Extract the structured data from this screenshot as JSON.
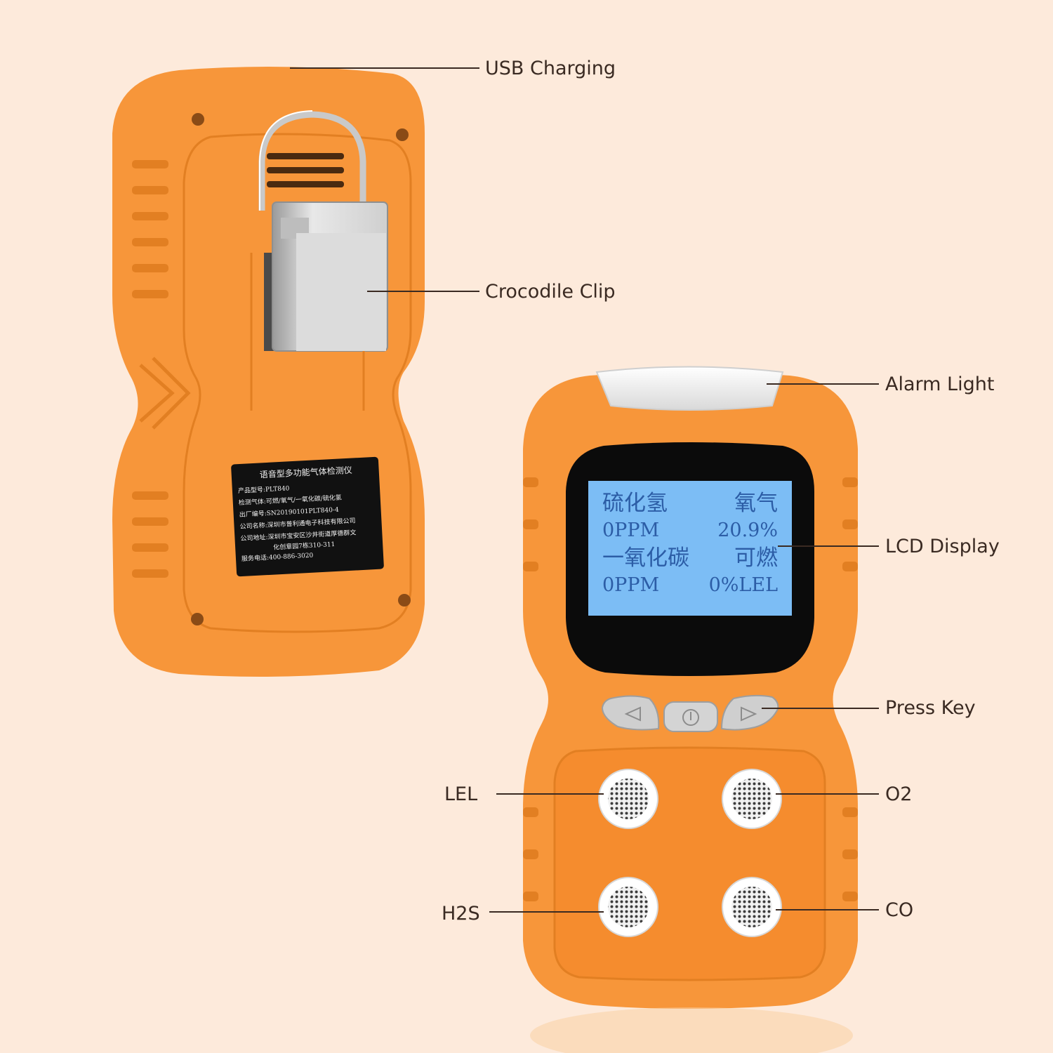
{
  "callouts": {
    "usb_charging": "USB Charging",
    "crocodile_clip": "Crocodile Clip",
    "alarm_light": "Alarm Light",
    "lcd_display": "LCD Display",
    "press_key": "Press Key",
    "lel": "LEL",
    "o2": "O2",
    "h2s": "H2S",
    "co": "CO"
  },
  "rear_label": {
    "title": "语音型多功能气体检测仪",
    "lines": [
      "产品型号:PLT840",
      "检测气体:可燃/氧气/一氧化碳/硫化氢",
      "出厂编号:SN20190101PLT840-4",
      "公司名称:深圳市普利通电子科技有限公司",
      "公司地址:深圳市宝安区沙井街道厚德群文",
      "化创意园7栋310-311",
      "服务电话:400-886-3020"
    ]
  },
  "lcd": {
    "h2s_name": "硫化氢",
    "o2_name": "氧气",
    "h2s_value": "0PPM",
    "o2_value": "20.9%",
    "co_name": "一氧化碳",
    "lel_name": "可燃",
    "co_value": "0PPM",
    "lel_value": "0%LEL"
  },
  "colors": {
    "background": "#fdeadb",
    "housing": "#f7963a",
    "housing_dark": "#e27f22",
    "screen_bezel": "#0b0b0b",
    "lcd_backlight": "#7cbdf5",
    "lcd_text": "#2c5da6",
    "text": "#3a2a22"
  },
  "icons": {
    "left_key": "triangle-left-icon",
    "power_key": "power-icon",
    "right_key": "triangle-right-icon"
  }
}
